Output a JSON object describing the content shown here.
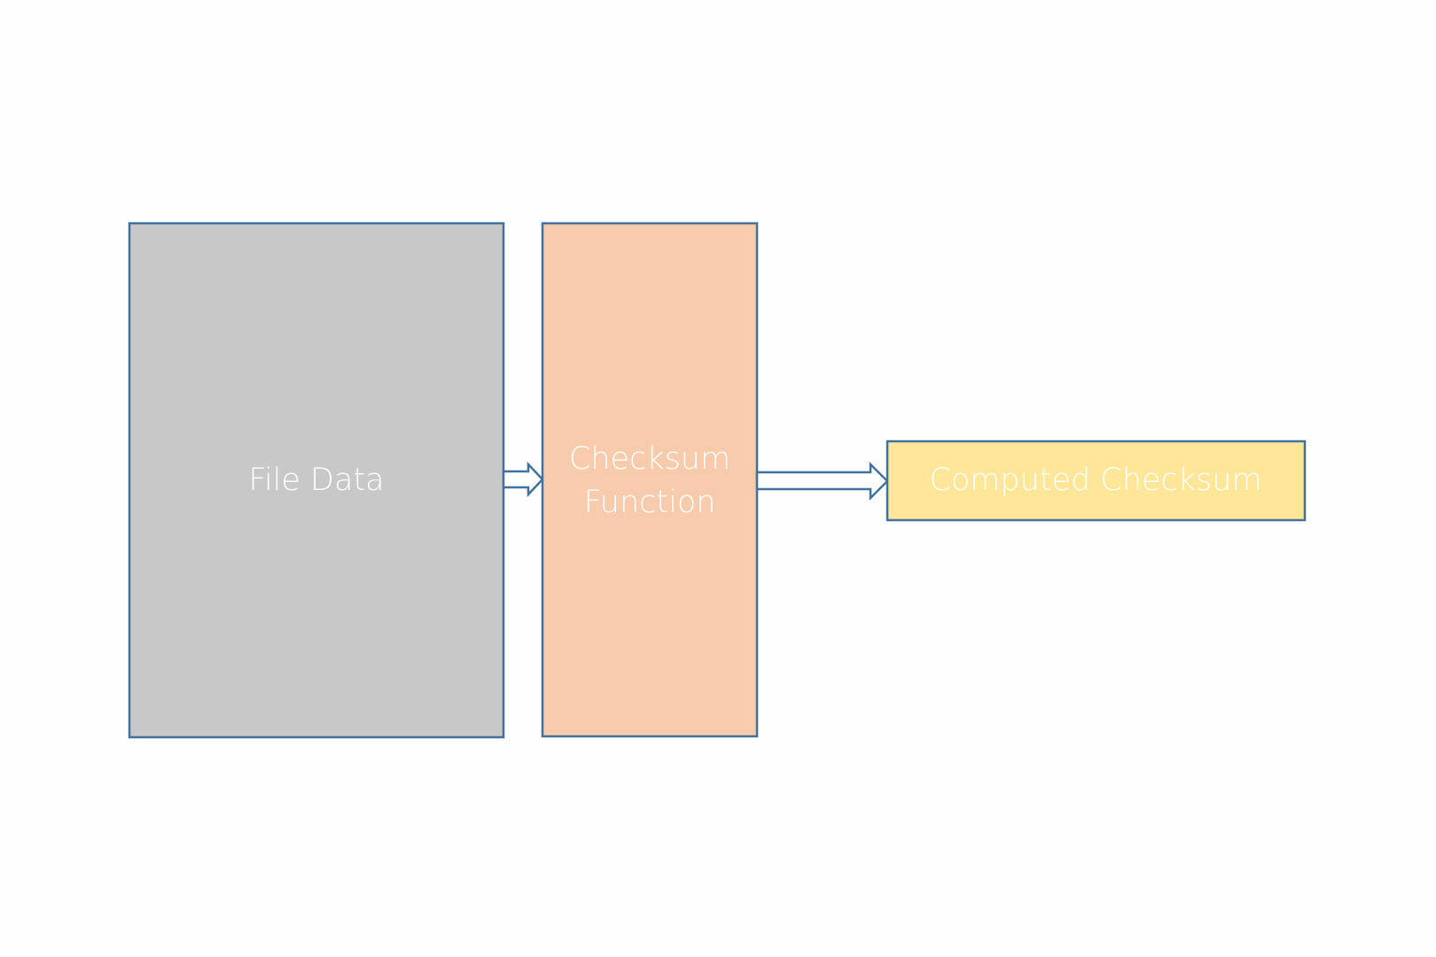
{
  "boxes": {
    "file_data": {
      "label": "File Data",
      "fill": "#c8c8c8"
    },
    "checksum_function": {
      "label_line1": "Checksum",
      "label_line2": "Function",
      "fill": "#f8cbad"
    },
    "computed_checksum": {
      "label": "Computed Checksum",
      "fill": "#ffe699"
    }
  },
  "colors": {
    "border": "#41719c",
    "background": "#fefefe",
    "text": "#ffffff"
  }
}
